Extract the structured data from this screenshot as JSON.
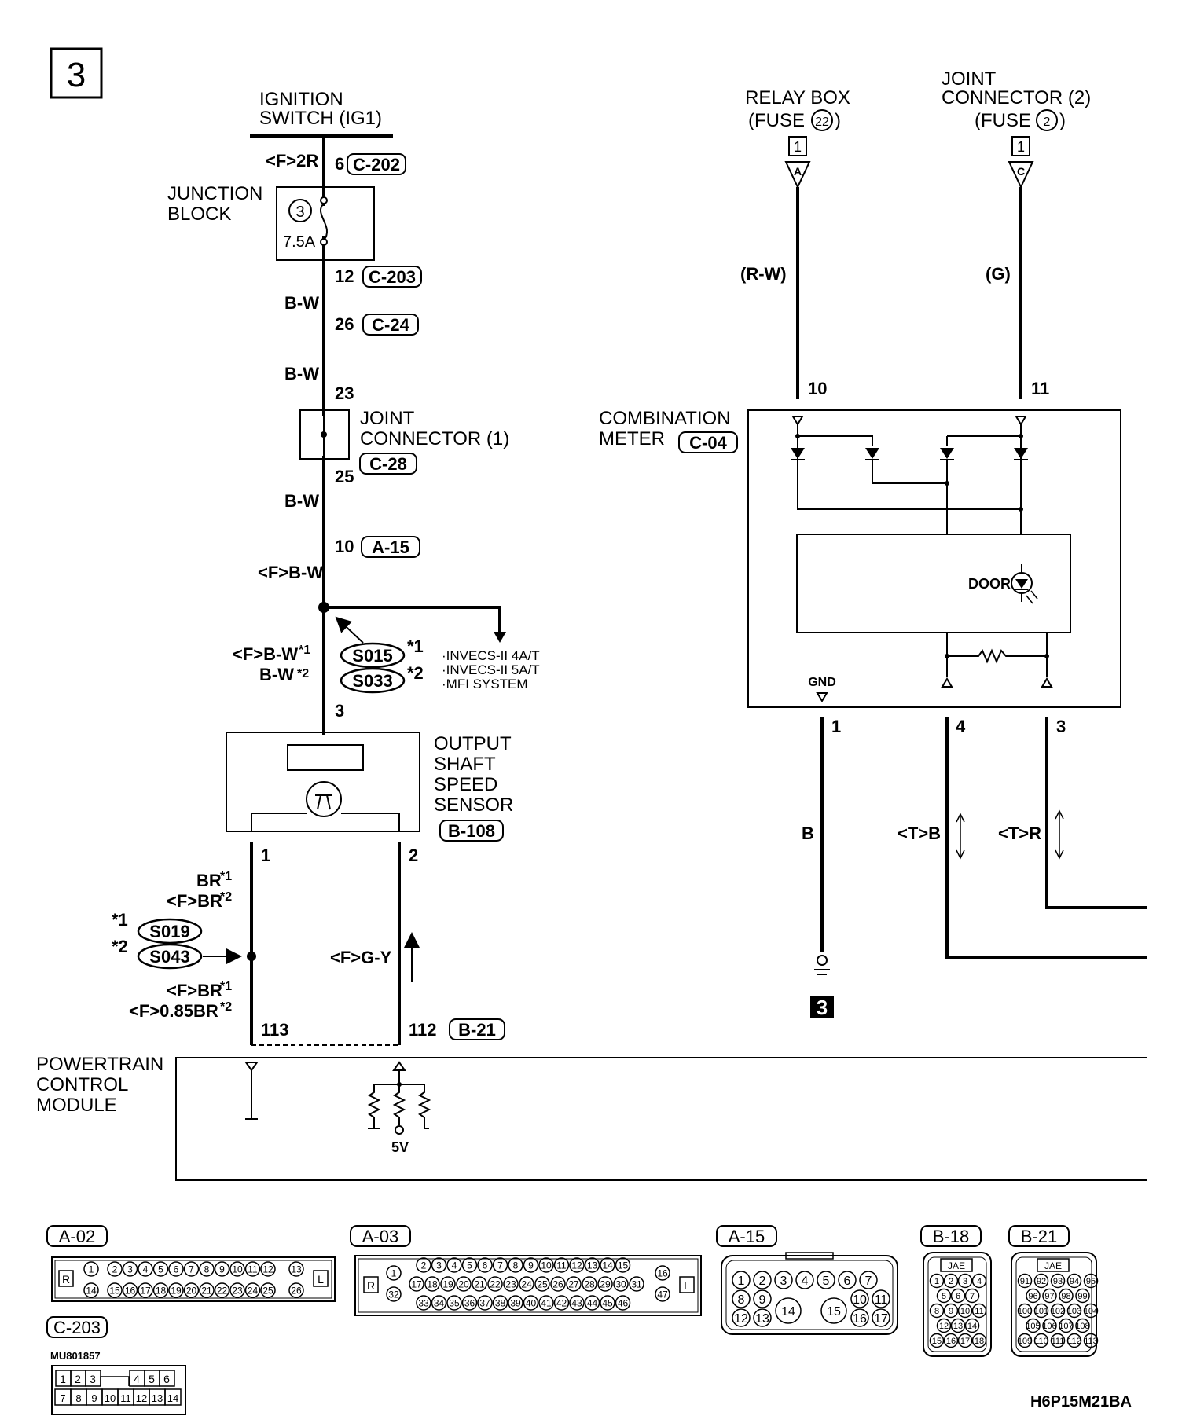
{
  "page_number": "3",
  "footer_code": "H6P15M21BA",
  "components": {
    "ignition_switch": [
      "IGNITION",
      "SWITCH (IG1)"
    ],
    "junction_block": [
      "JUNCTION",
      "BLOCK"
    ],
    "fuse": {
      "number": "3",
      "rating": "7.5A"
    },
    "joint_connector_1": [
      "JOINT",
      "CONNECTOR (1)"
    ],
    "output_shaft_sensor": [
      "OUTPUT",
      "SHAFT",
      "SPEED",
      "SENSOR"
    ],
    "pcm": [
      "POWERTRAIN",
      "CONTROL",
      "MODULE"
    ],
    "relay_box": [
      "RELAY BOX",
      "(FUSE",
      "22",
      ")"
    ],
    "joint_connector_2": [
      "JOINT",
      "CONNECTOR (2)",
      "(FUSE",
      "2",
      ")"
    ],
    "combination_meter": [
      "COMBINATION",
      "METER"
    ],
    "door": "DOOR",
    "gnd": "GND",
    "five_volt": "5V",
    "ground_ref": "3",
    "page_ref_a": "1",
    "page_ref_c": "1",
    "arrow_a": "A",
    "arrow_c": "C"
  },
  "connectors": {
    "c202": "C-202",
    "c203": "C-203",
    "c24": "C-24",
    "c28": "C-28",
    "a15": "A-15",
    "b108": "B-108",
    "b21": "B-21",
    "c04": "C-04"
  },
  "wires": {
    "f2r": "<F>2R",
    "bw1": "B-W",
    "bw2": "B-W",
    "bw3": "B-W",
    "fbw": "<F>B-W",
    "fbw_star": "<F>B-W",
    "bw_star": "B-W",
    "star1": "*1",
    "star2": "*2",
    "br": "BR",
    "fbr": "<F>BR",
    "fbr2": "<F>BR",
    "f085br": "<F>0.85BR",
    "fgy": "<F>G-Y",
    "rw": "(R-W)",
    "g": "(G)",
    "b": "B",
    "tb": "<T>B",
    "tr": "<T>R"
  },
  "pins": {
    "p6": "6",
    "p12": "12",
    "p26": "26",
    "p23": "23",
    "p25": "25",
    "p10": "10",
    "p3": "3",
    "s1": "1",
    "s2": "2",
    "p113": "113",
    "p112": "112",
    "m10": "10",
    "m11": "11",
    "m1": "1",
    "m4": "4",
    "m3": "3"
  },
  "splices": {
    "s015": "S015",
    "s033": "S033",
    "s019": "S019",
    "s043": "S043"
  },
  "notes": [
    "·INVECS-II 4A/T",
    "·INVECS-II 5A/T",
    "·MFI SYSTEM"
  ],
  "connector_views": {
    "a02": {
      "label": "A-02",
      "row1": [
        "1",
        "2",
        "3",
        "4",
        "5",
        "6",
        "7",
        "8",
        "9",
        "10",
        "11",
        "12",
        "13"
      ],
      "row2": [
        "14",
        "15",
        "16",
        "17",
        "18",
        "19",
        "20",
        "21",
        "22",
        "23",
        "24",
        "25",
        "26"
      ]
    },
    "a03": {
      "label": "A-03",
      "row1": [
        "1",
        "2",
        "3",
        "4",
        "5",
        "6",
        "7",
        "8",
        "9",
        "10",
        "11",
        "12",
        "13",
        "14",
        "15",
        "16"
      ],
      "row2": [
        "17",
        "18",
        "19",
        "20",
        "21",
        "22",
        "23",
        "24",
        "25",
        "26",
        "27",
        "28",
        "29",
        "30",
        "31",
        "32"
      ],
      "row3": [
        "33",
        "34",
        "35",
        "36",
        "37",
        "38",
        "39",
        "40",
        "41",
        "42",
        "43",
        "44",
        "45",
        "46",
        "47"
      ]
    },
    "a15": {
      "label": "A-15",
      "row1": [
        "1",
        "2",
        "3",
        "4",
        "5",
        "6",
        "7"
      ],
      "row2": [
        "8",
        "9",
        "14",
        "15",
        "10",
        "11"
      ],
      "row3": [
        "12",
        "13",
        "16",
        "17"
      ]
    },
    "b18": {
      "label": "B-18",
      "tag": "JAE",
      "rows": [
        [
          "1",
          "2",
          "3",
          "4"
        ],
        [
          "5",
          "6",
          "7"
        ],
        [
          "8",
          "9",
          "10",
          "11"
        ],
        [
          "12",
          "13",
          "14"
        ],
        [
          "15",
          "16",
          "17",
          "18"
        ]
      ]
    },
    "b21": {
      "label": "B-21",
      "tag": "JAE",
      "rows": [
        [
          "91",
          "92",
          "93",
          "94",
          "95"
        ],
        [
          "96",
          "97",
          "98",
          "99"
        ],
        [
          "100",
          "101",
          "102",
          "103",
          "104"
        ],
        [
          "105",
          "106",
          "107",
          "108"
        ],
        [
          "109",
          "110",
          "111",
          "112",
          "113"
        ]
      ]
    },
    "c203": {
      "label": "C-203",
      "part": "MU801857",
      "row1": [
        "1",
        "2",
        "3",
        "4",
        "5",
        "6"
      ],
      "row2": [
        "7",
        "8",
        "9",
        "10",
        "11",
        "12",
        "13",
        "14"
      ]
    }
  },
  "side_left": "R",
  "side_right": "L"
}
